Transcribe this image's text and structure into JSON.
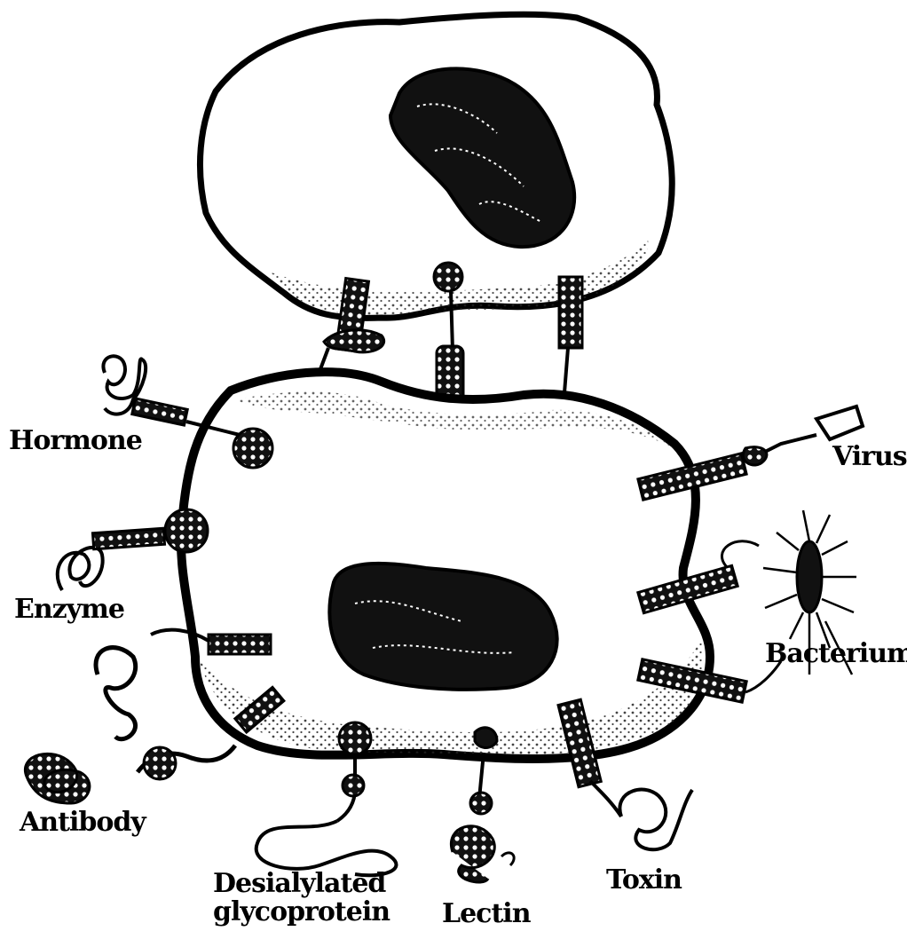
{
  "labels": {
    "hormone": "Hormone",
    "virus": "Virus",
    "enzyme": "Enzyme",
    "bacterium": "Bacterium",
    "antibody": "Antibody",
    "desialylated_line1": "Desialylated",
    "desialylated_line2": "glycoprotein",
    "lectin": "Lectin",
    "toxin": "Toxin"
  },
  "colors": {
    "ink": "#000000",
    "cell_fill": "#ffffff",
    "nucleus": "#111111",
    "stipple": "#222222"
  }
}
